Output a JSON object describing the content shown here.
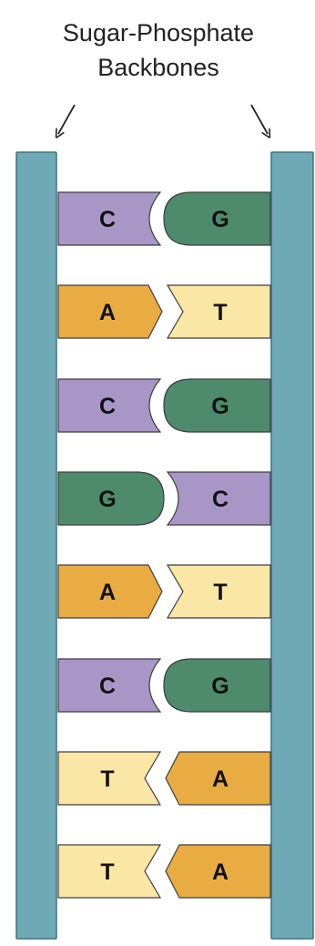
{
  "title": {
    "line1": "Sugar-Phosphate",
    "line2": "Backbones"
  },
  "colors": {
    "backbone": "#6fa9b6",
    "backbone_stroke": "#3c7482",
    "outline": "#3d3d3d",
    "C": "#a897c6",
    "G": "#4e8a6c",
    "A": "#e8ac43",
    "T": "#fbe7a5"
  },
  "pairs": [
    {
      "left": "C",
      "right": "G"
    },
    {
      "left": "A",
      "right": "T"
    },
    {
      "left": "C",
      "right": "G"
    },
    {
      "left": "G",
      "right": "C"
    },
    {
      "left": "A",
      "right": "T"
    },
    {
      "left": "C",
      "right": "G"
    },
    {
      "left": "T",
      "right": "A"
    },
    {
      "left": "T",
      "right": "A"
    }
  ]
}
